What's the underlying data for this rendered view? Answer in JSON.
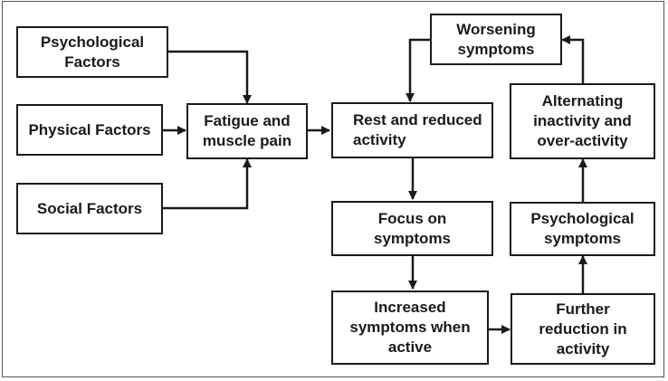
{
  "nodes": {
    "psychological_factors": "Psychological Factors",
    "physical_factors": "Physical Factors",
    "social_factors": "Social Factors",
    "fatigue": "Fatigue and muscle pain",
    "rest": "Rest and reduced activity",
    "worsening": "Worsening symptoms",
    "alternating": "Alternating inactivity and over-activity",
    "focus": "Focus on symptoms",
    "psychological_symptoms": "Psychological symptoms",
    "increased": "Increased symptoms when active",
    "further": "Further reduction in activity"
  },
  "edges": [
    {
      "from": "psychological_factors",
      "to": "fatigue"
    },
    {
      "from": "physical_factors",
      "to": "fatigue"
    },
    {
      "from": "social_factors",
      "to": "fatigue"
    },
    {
      "from": "fatigue",
      "to": "rest"
    },
    {
      "from": "worsening",
      "to": "rest"
    },
    {
      "from": "rest",
      "to": "focus"
    },
    {
      "from": "focus",
      "to": "increased"
    },
    {
      "from": "increased",
      "to": "further"
    },
    {
      "from": "further",
      "to": "psychological_symptoms"
    },
    {
      "from": "psychological_symptoms",
      "to": "alternating"
    },
    {
      "from": "alternating",
      "to": "worsening"
    }
  ]
}
